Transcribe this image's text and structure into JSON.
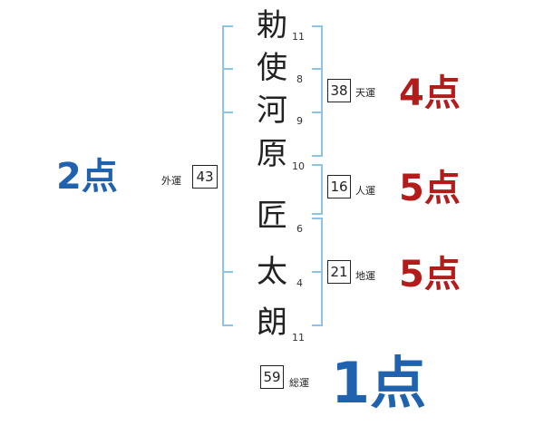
{
  "name_chars": [
    {
      "char": "勅",
      "strokes": "11"
    },
    {
      "char": "使",
      "strokes": "8"
    },
    {
      "char": "河",
      "strokes": "9"
    },
    {
      "char": "原",
      "strokes": "10"
    },
    {
      "char": "匠",
      "strokes": "6"
    },
    {
      "char": "太",
      "strokes": "4"
    },
    {
      "char": "朗",
      "strokes": "11"
    }
  ],
  "fortunes": {
    "ten": {
      "value": "38",
      "label": "天運",
      "score": "4点"
    },
    "jin": {
      "value": "16",
      "label": "人運",
      "score": "5点"
    },
    "chi": {
      "value": "21",
      "label": "地運",
      "score": "5点"
    },
    "gai": {
      "value": "43",
      "label": "外運",
      "score": "2点"
    },
    "so": {
      "value": "59",
      "label": "総運",
      "score": "1点"
    }
  },
  "colors": {
    "good": "#b41c1c",
    "bad": "#1f63b0",
    "bracket": "#8cc4e8"
  }
}
